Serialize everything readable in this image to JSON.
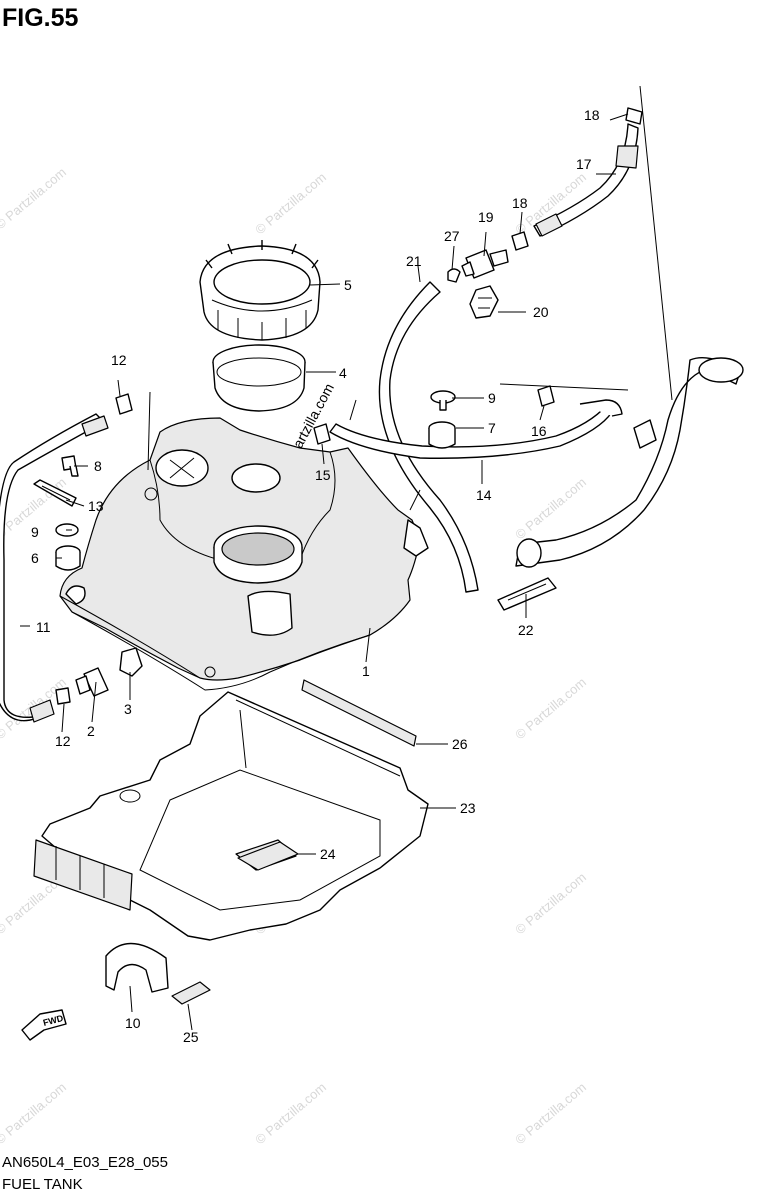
{
  "figure_title": "FIG.55",
  "figure_code": "AN650L4_E03_E28_055",
  "figure_name": "FUEL TANK",
  "watermark": "© Partzilla.com",
  "fwd_badge": "FWD",
  "callouts": {
    "c1": "1",
    "c2": "2",
    "c3": "3",
    "c4": "4",
    "c5": "5",
    "c6": "6",
    "c7": "7",
    "c8": "8",
    "c9a": "9",
    "c9b": "9",
    "c10": "10",
    "c11": "11",
    "c12a": "12",
    "c12b": "12",
    "c13": "13",
    "c14": "14",
    "c15": "15",
    "c16": "16",
    "c17": "17",
    "c18a": "18",
    "c18b": "18",
    "c19": "19",
    "c20": "20",
    "c21": "21",
    "c22": "22",
    "c23": "23",
    "c24": "24",
    "c25": "25",
    "c26": "26",
    "c27": "27"
  },
  "colors": {
    "line": "#000000",
    "shade": "#e9e9e9",
    "watermark": "#d8d8d8"
  }
}
